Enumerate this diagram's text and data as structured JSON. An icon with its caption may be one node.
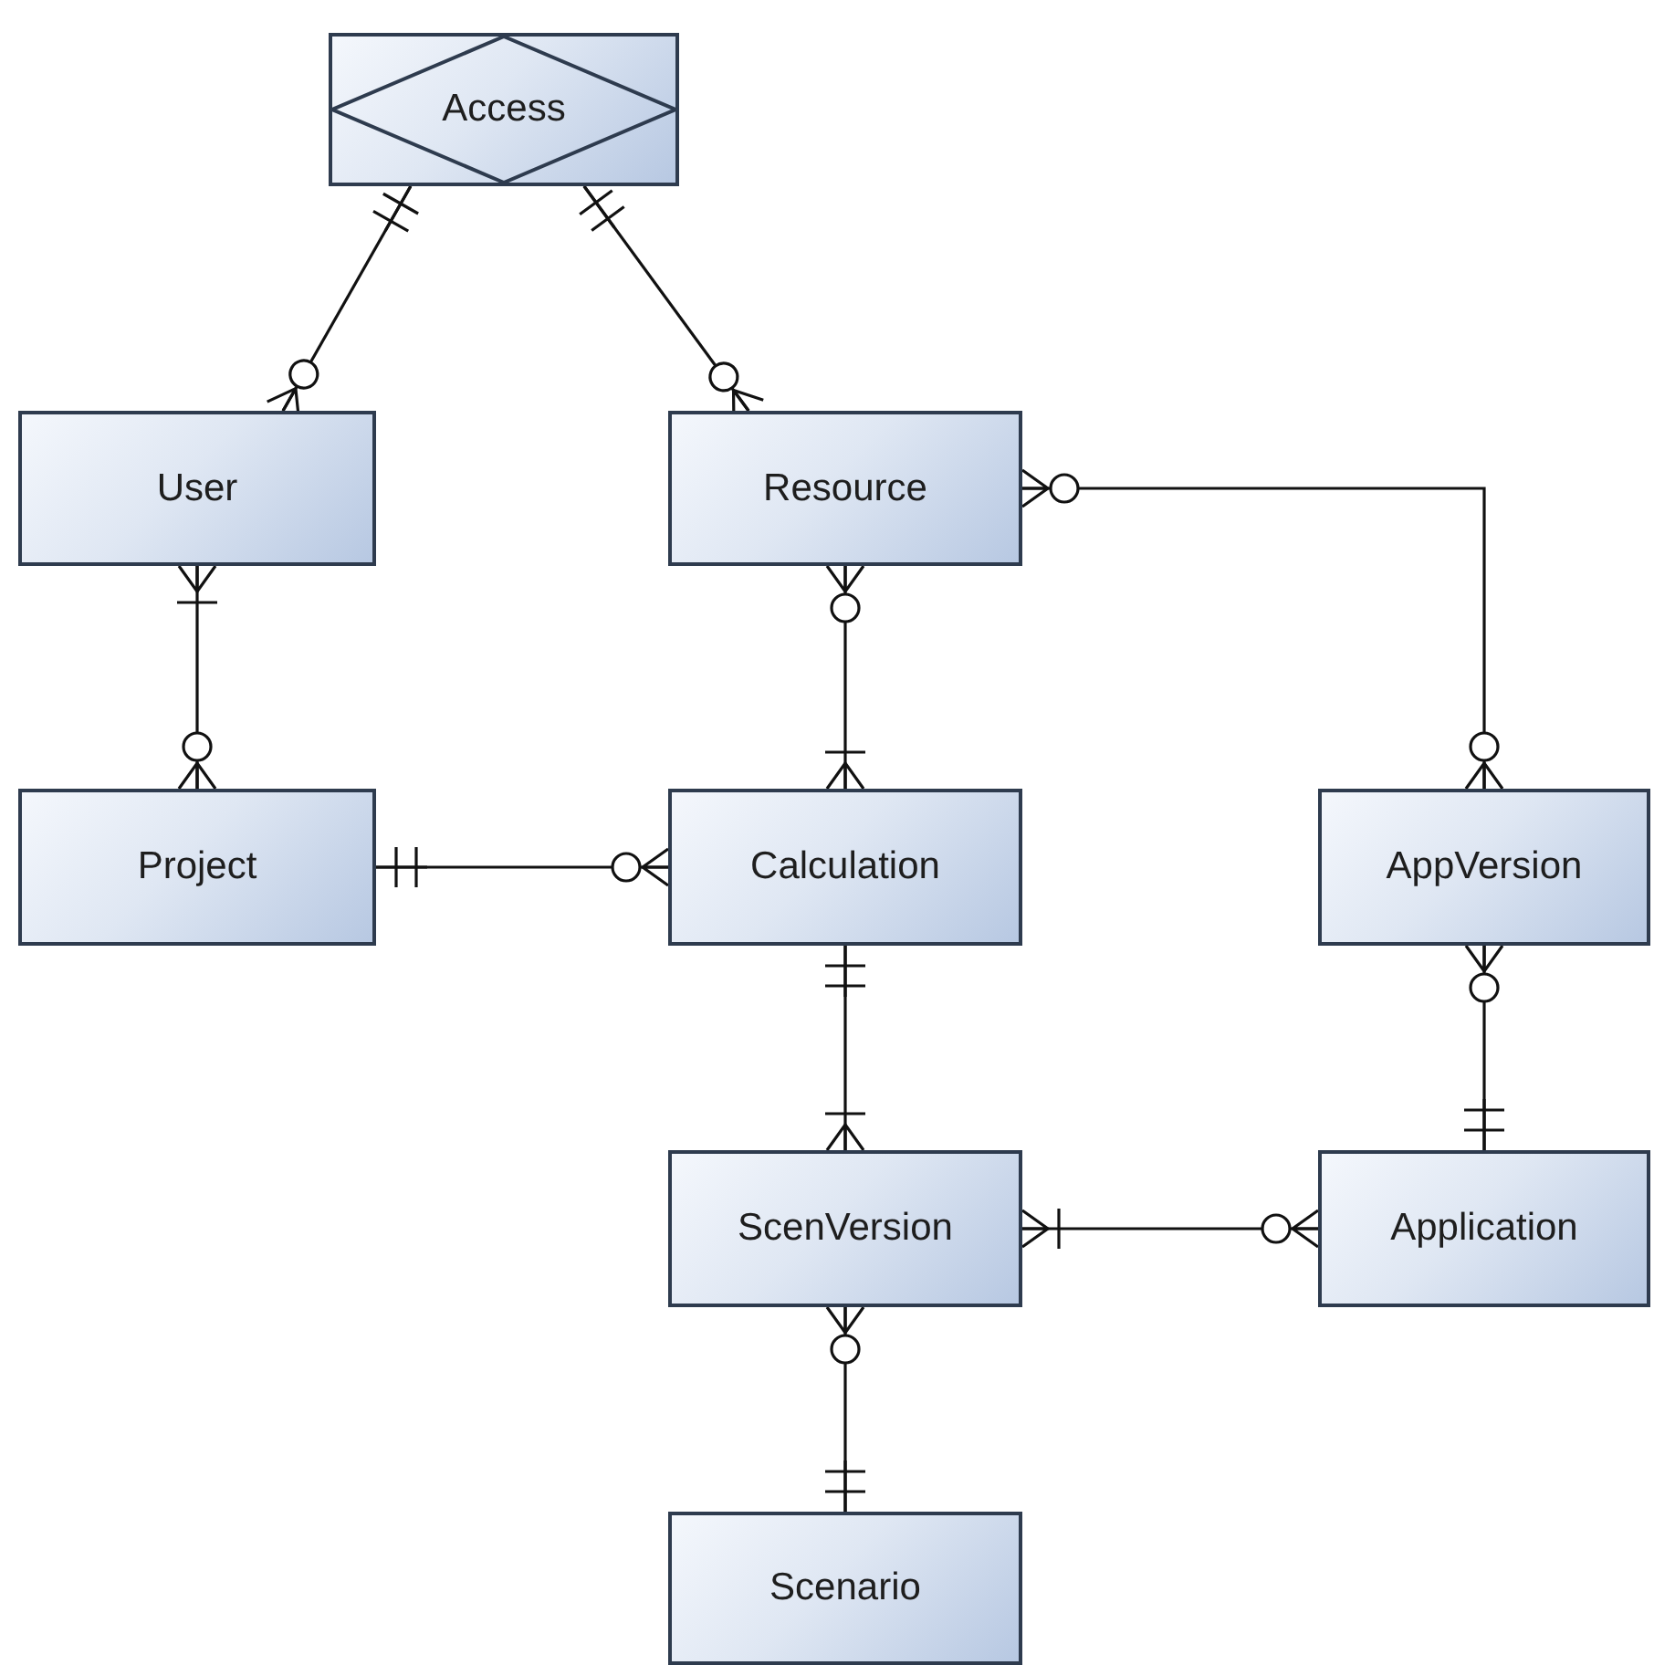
{
  "diagram": {
    "nodes": [
      {
        "text": [
          "Access"
        ]
      },
      {
        "text": [
          "User"
        ]
      },
      {
        "text": [
          "Resource"
        ]
      },
      {
        "text": [
          "Project"
        ]
      },
      {
        "text": [
          "Calculation"
        ]
      },
      {
        "text": [
          "AppVersion"
        ]
      },
      {
        "text": [
          "ScenVersion"
        ]
      },
      {
        "text": [
          "Application"
        ]
      },
      {
        "text": [
          "Scenario"
        ]
      }
    ],
    "edges": [
      {
        "from": 0,
        "to": 1,
        "arrow": "other"
      },
      {
        "from": 0,
        "to": 2,
        "arrow": "other"
      },
      {
        "from": 2,
        "to": 5,
        "arrow": "other"
      },
      {
        "from": 1,
        "to": 3,
        "arrow": "other"
      },
      {
        "from": 2,
        "to": 4,
        "arrow": "other"
      },
      {
        "from": 3,
        "to": 4,
        "arrow": "other"
      },
      {
        "from": 4,
        "to": 6,
        "arrow": "other"
      },
      {
        "from": 5,
        "to": 7,
        "arrow": "other"
      },
      {
        "from": 6,
        "to": 7,
        "arrow": "other"
      },
      {
        "from": 6,
        "to": 8,
        "arrow": "other"
      }
    ]
  }
}
